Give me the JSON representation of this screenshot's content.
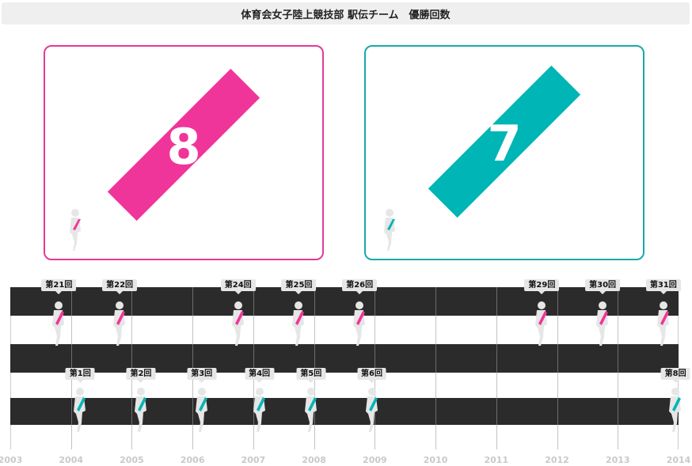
{
  "header": {
    "title": "体育会女子陸上競技部 駅伝チーム　優勝回数"
  },
  "colors": {
    "pink": "#f0359a",
    "teal": "#00b5b5",
    "dark_stripe": "#2b2b2b",
    "runner": "#e6e6e6"
  },
  "cards": [
    {
      "count": "8",
      "color": "#f0359a"
    },
    {
      "count": "7",
      "color": "#00b5b5"
    }
  ],
  "axis": {
    "years": [
      "2003",
      "2004",
      "2005",
      "2006",
      "2007",
      "2008",
      "2009",
      "2010",
      "2011",
      "2012",
      "2013",
      "2014"
    ]
  },
  "top_row": [
    {
      "label": "第21回",
      "year": 2003.8
    },
    {
      "label": "第22回",
      "year": 2004.8
    },
    {
      "label": "第24回",
      "year": 2006.75
    },
    {
      "label": "第25回",
      "year": 2007.75
    },
    {
      "label": "第26回",
      "year": 2008.75
    },
    {
      "label": "第29回",
      "year": 2011.75
    },
    {
      "label": "第30回",
      "year": 2012.75
    },
    {
      "label": "第31回",
      "year": 2013.75
    }
  ],
  "bottom_row": [
    {
      "label": "第1回",
      "year": 2004.15
    },
    {
      "label": "第2回",
      "year": 2005.15
    },
    {
      "label": "第3回",
      "year": 2006.15
    },
    {
      "label": "第4回",
      "year": 2007.1
    },
    {
      "label": "第5回",
      "year": 2007.95
    },
    {
      "label": "第6回",
      "year": 2008.95
    },
    {
      "label": "第8回",
      "year": 2013.95
    }
  ]
}
